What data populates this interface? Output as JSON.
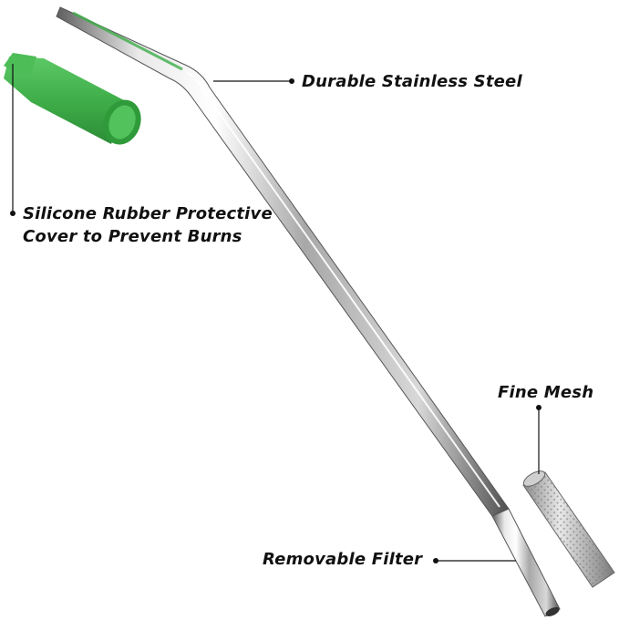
{
  "labels": {
    "steel": "Durable Stainless Steel",
    "cover_line1": "Silicone Rubber Protective",
    "cover_line2": "Cover to Prevent Burns",
    "mesh": "Fine Mesh",
    "filter": "Removable Filter"
  },
  "colors": {
    "silicone_green": "#3fae49",
    "steel_light": "#f4f4f4",
    "steel_dark": "#6b6b6b",
    "callout": "#111111"
  }
}
